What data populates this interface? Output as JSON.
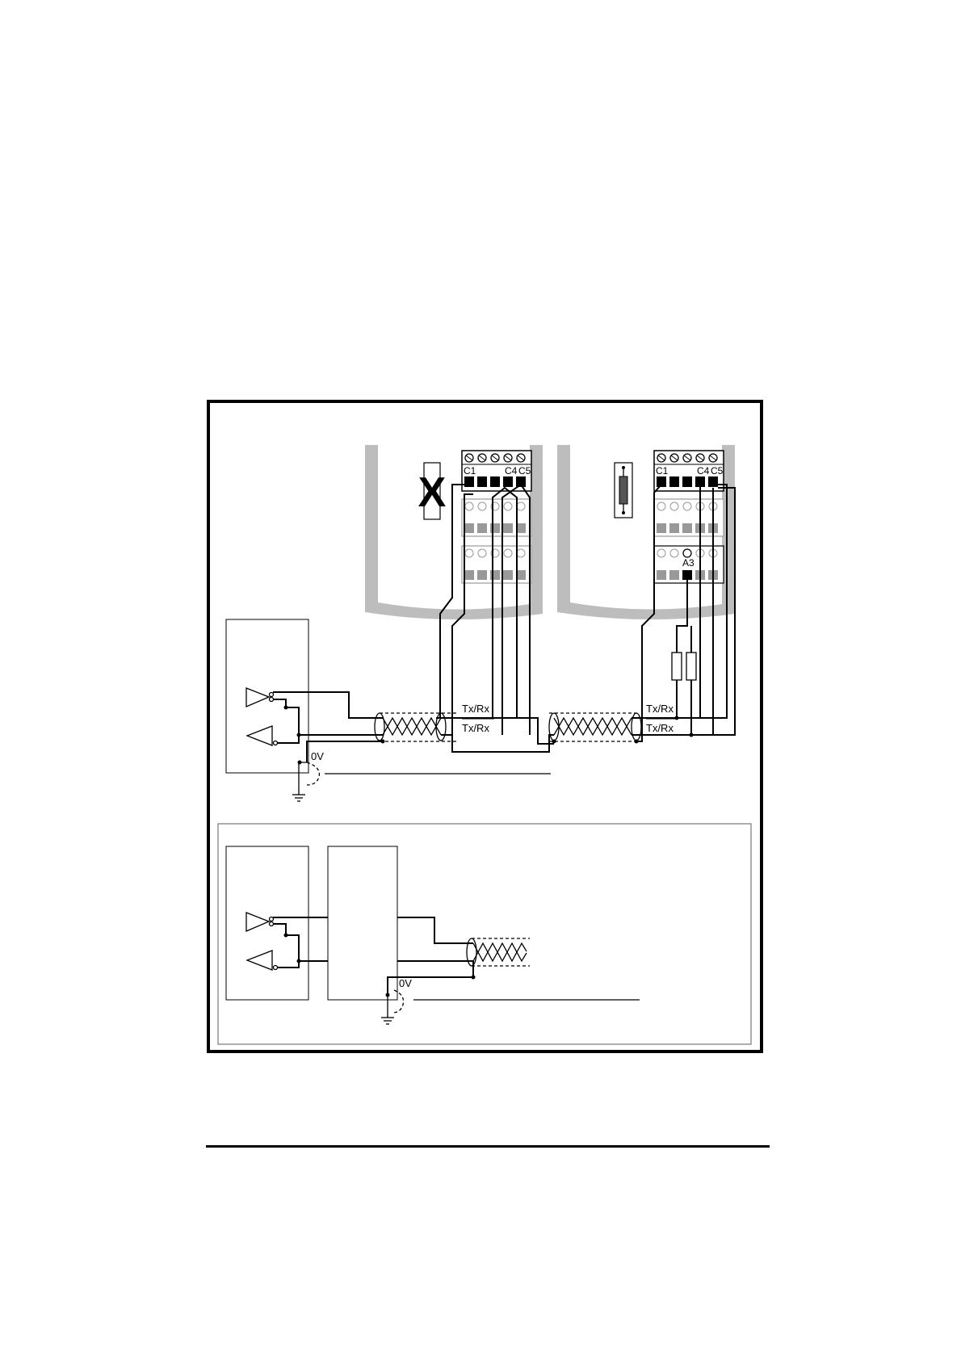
{
  "drive_left": {
    "terminal_left": "C1",
    "terminal_right_a": "C4",
    "terminal_right_b": "C5",
    "termination_marker": "X"
  },
  "drive_right": {
    "terminal_left": "C1",
    "terminal_right_a": "C4",
    "terminal_right_b": "C5",
    "analog_terminal": "A3"
  },
  "cable_left": {
    "line_a": "Tx/Rx",
    "line_b": "Tx/Rx"
  },
  "cable_right": {
    "line_a": "Tx/Rx",
    "line_b": "Tx/Rx"
  },
  "host_ground_label": "0V",
  "inset_ground_label": "0V"
}
